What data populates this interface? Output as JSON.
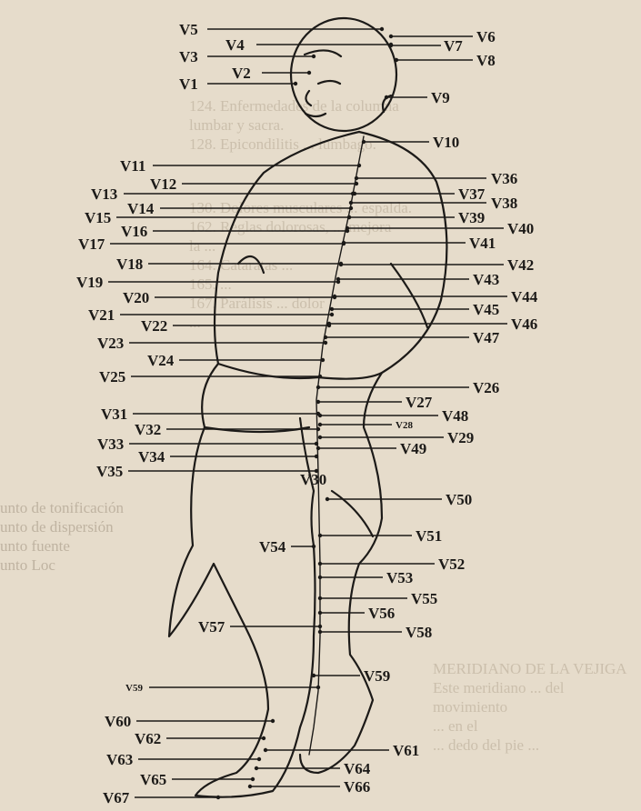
{
  "figure": {
    "title": "Bladder meridian points V1–V67",
    "labels": [
      "V1",
      "V2",
      "V3",
      "V4",
      "V5",
      "V6",
      "V7",
      "V8",
      "V9",
      "V10",
      "V11",
      "V12",
      "V13",
      "V14",
      "V15",
      "V16",
      "V17",
      "V18",
      "V19",
      "V20",
      "V21",
      "V22",
      "V23",
      "V24",
      "V25",
      "V26",
      "V27",
      "V28",
      "V29",
      "V30",
      "V31",
      "V32",
      "V33",
      "V34",
      "V35",
      "V36",
      "V37",
      "V38",
      "V39",
      "V40",
      "V41",
      "V42",
      "V43",
      "V44",
      "V45",
      "V46",
      "V47",
      "V48",
      "V49",
      "V50",
      "V51",
      "V52",
      "V53",
      "V54",
      "V55",
      "V56",
      "V57",
      "V58",
      "V59",
      "V59",
      "V60",
      "V61",
      "V62",
      "V63",
      "V64",
      "V65",
      "V66",
      "V67"
    ]
  },
  "bleed_through": [
    "124. Enfermedades de la columna lumbar y sacra.",
    "128. Epicondilitis ... lumbago.",
    "130. Dolores musculares ... espalda.",
    "162. Reglas dolorosas, ... mejora",
    "la ... ",
    "164. Cataratas ...",
    "165. ...",
    "167. Parálisis ... dolor",
    "... ",
    "unto de tonificación",
    "unto de dispersión",
    "unto fuente",
    "unto Loc",
    "MERIDIANO DE LA VEJIGA",
    "Este meridiano ... del movimiento",
    "... en el",
    "... dedo del pie ..."
  ]
}
